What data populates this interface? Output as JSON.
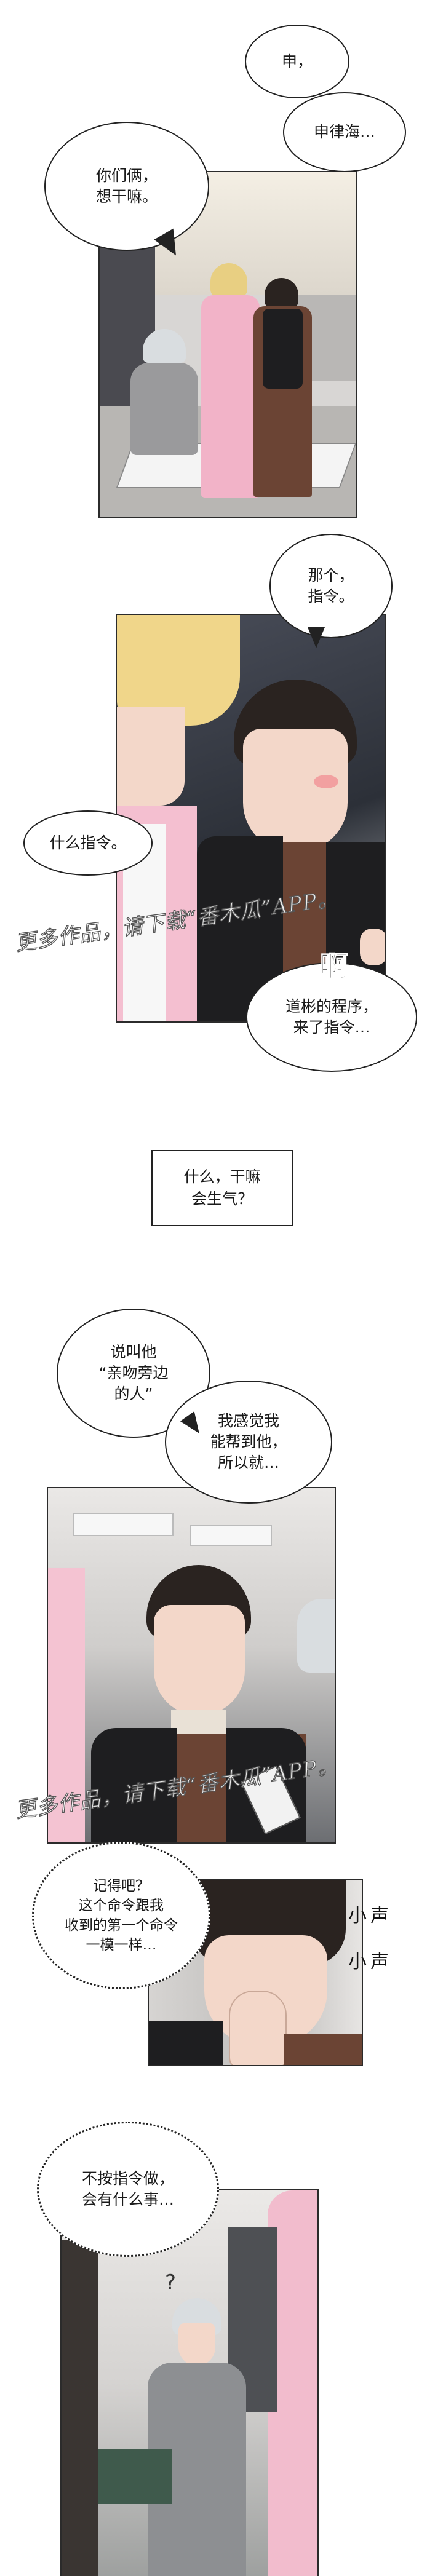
{
  "bubbles": {
    "shen": "申，",
    "shen_lvhai": "申律海…",
    "what_do_you_want": "你们俩，\n想干嘛。",
    "that_command": "那个，\n指令。",
    "what_command": "什么指令。",
    "program_command": "道彬的程序，\n来了指令…",
    "said_call_him": "说叫他\n“亲吻旁边\n的人”",
    "i_thought_help": "我感觉我\n能帮到他，\n所以就…",
    "remember": "记得吧？\n这个命令跟我\n收到的第一个命令\n一模一样…",
    "not_following": "不按指令做，\n会有什么事…"
  },
  "narration": {
    "why_angry": "什么，干嘛\n会生气？"
  },
  "sfx": {
    "ah": "啊",
    "whisper_1": "小声",
    "whisper_2": "小声",
    "question": "?"
  },
  "watermarks": {
    "wm1": "更多作品，请下载“番木瓜”APP。",
    "wm2": "更多作品，请下载“番木瓜”APP。"
  },
  "colors": {
    "outline": "#222222",
    "pink_suit": "#f2b3c8",
    "blond_hair": "#e8cf82",
    "dark_hair": "#2a2320"
  }
}
